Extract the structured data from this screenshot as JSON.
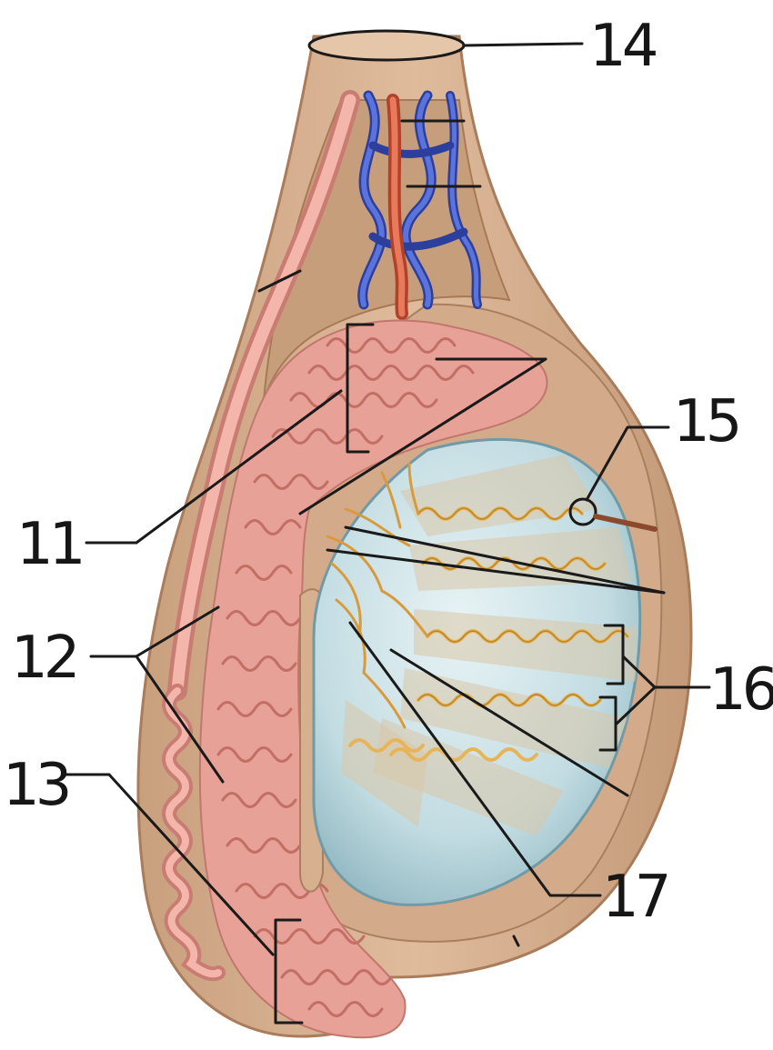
{
  "labels": {
    "l11": "11",
    "l12": "12",
    "l13": "13",
    "l14": "14",
    "l15": "15",
    "l16": "16",
    "l17": "17"
  },
  "colors": {
    "sheath": "#d9b394",
    "sheath_dark": "#b08362",
    "cavity": "#c9a07d",
    "duct": "#f0a79e",
    "duct_edge": "#c97c72",
    "vein": "#3f57c9",
    "artery": "#d9573a",
    "testis": "#cfe3e8",
    "testis_shade": "#98bfc9",
    "tubule": "#e8b458",
    "tubule_edge": "#b9852a"
  }
}
